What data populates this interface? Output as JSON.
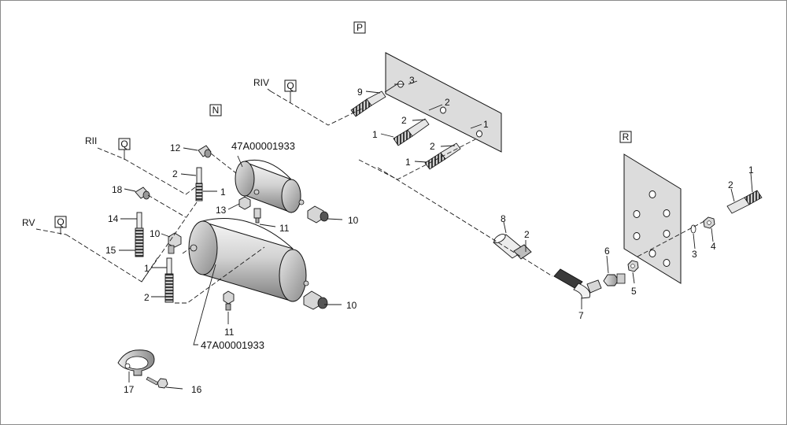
{
  "views": {
    "p": "P",
    "r": "R",
    "n": "N",
    "q1": "Q",
    "q2": "Q",
    "q3": "Q"
  },
  "refs": {
    "riv": "RIV",
    "rii": "RII",
    "rv": "RV"
  },
  "part_numbers": {
    "tank_top": "47A00001933",
    "tank_bottom": "47A00001933"
  },
  "callouts": {
    "p_3": "3",
    "p_9": "9",
    "p_2a": "2",
    "p_2b": "2",
    "p_1a": "1",
    "p_1b": "1",
    "p_2c": "2",
    "p_1c": "1",
    "n_12": "12",
    "n_2": "2",
    "n_1": "1",
    "n_13": "13",
    "n_11": "11",
    "n_10": "10",
    "l_18": "18",
    "l_14": "14",
    "l_15": "15",
    "l_10": "10",
    "l_1": "1",
    "l_2": "2",
    "b_11": "11",
    "b_10": "10",
    "b_17": "17",
    "b_16": "16",
    "r_8": "8",
    "r_2": "2",
    "r_6": "6",
    "r_7": "7",
    "r_5": "5",
    "r_3": "3",
    "r_4": "4",
    "r_2b": "2",
    "r_1": "1"
  },
  "colors": {
    "line": "#111111",
    "plate": "#dcdcdc",
    "tank_light": "#f4f4f4",
    "tank_dark": "#8c8c8c"
  }
}
